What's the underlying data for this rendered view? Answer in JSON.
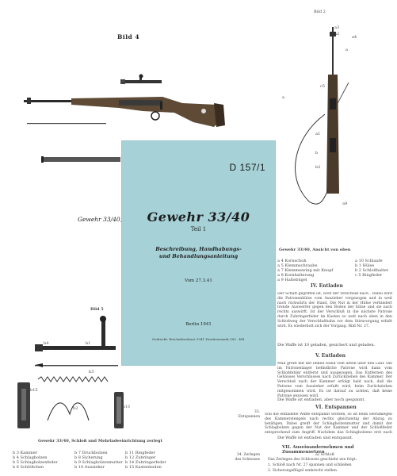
{
  "top_left": {
    "caption": "Bild 4"
  },
  "top_right": {
    "caption": "Bild 2",
    "labels": [
      "a3",
      "a2",
      "a4",
      "a",
      "c5",
      "a",
      "a1",
      "b",
      "b2",
      "a9"
    ]
  },
  "left_mid_caption": "Gewehr 33/40, z",
  "left_lower": {
    "caption": "Bild 5",
    "part_labels": [
      "b4",
      "b1",
      "b3",
      "b15",
      "b2",
      "b11"
    ],
    "figure_caption": "Gewehr 33/40, Schloß und Mehrladeeinrichtung zerlegt",
    "legend": [
      [
        "b 3 Kammer",
        "b 4 Schlagbolzen",
        "b 5 Schlagbolzenfeder",
        "b 6 Schlößchen"
      ],
      [
        "b 7 Druckbolzen",
        "b 8 Sicherung",
        "b 9 Schlagbolzenmutter",
        "b 10 Auszieher"
      ],
      [
        "b 11 Ringfeder",
        "b 12 Zubringer",
        "b 14 Zubringerfeder",
        "b 15 Kastenboden"
      ]
    ]
  },
  "right": {
    "figure_caption": "Gewehr 33/40, Ansicht von oben",
    "legend_left": [
      "a 4 Kornschuh",
      "a 5 Klemmschraube",
      "a 7 Klemmenring mit Knopf",
      "a 8 Kornhalterung",
      "a 9 Haltebügel"
    ],
    "legend_right": [
      "a 10 Schlaufe",
      "b 1 Hülse",
      "b 2 Schloßhalter",
      "c 5 Ringfeder"
    ],
    "section_iv": "IV. Entladen",
    "section_iv_text": "Der Schaft gegriffen ist, wird der Verschluß nach . Dabei wird die Patronenhülse vom Auszieher vorgezogen und in weit nach rückwärts der Hand. Die Nut in der Hülse verhindert trende Auswerfer gegen den Boden der hülse und sie nach rechts auswirft. Ist der Verschluß in die nächste Patrone durch Zubringerfeder im Kasten so weit nach oben in den Schloßweg der Verschlußbahn vor dem Stirnvorgang erfaßt wird. Es wiederholt sich der Vorgang. Bild Nr. 27.",
    "line_loaded": "Die Waffe ist 10 geladen, gesichert und geladen.",
    "section_v": "V. Entladen",
    "section_v_text": "Man greift mit der linken Hand vom unten über den Lauf. Die im Patronenlager befindliche Patrone wird dann vom Schloßfehler entfernt und ausgezogen. Das Entfernen des Gehäuses Verschlusses nach Zurückziehen des Kammer. Der Verschluß nach der Kammer erfolgt bald nach, daß die Patrone vom Auszieher erfaßt wird, beim Zurückziehen mitgenommen wird. Es ist darauf zu achten, daß keine Patrone gezogen wird.",
    "line_unloaded": "Die Waffe ist entladen, aber noch gespannt.",
    "side_label_1": "33. Entspannen",
    "section_vi": "VI. Entspannen",
    "section_vi_text": "Soll die entladene Waffe entspannt werden, so ist beim Herumlegen des Kammerstengels nach rechts gleichzeitig der Abzug zu betätigen. Dabei greift der Schlagbolzenmutter und damit der Schlagbolzen gegen der Nut der Kammer und der Schloßfeder entsprechend zum Angriff. Nachdem das Schlagbolzens erst nach dem Abziehen der nachfolgenden Waffe der Pr. vor.",
    "line_relaxed": "Die Waffe ist entladen und entspannt.",
    "section_vii": "VII. Auseinandernehmen und Zusammensetzen",
    "vii_a": "a) Schloß",
    "vii_intro": "Das Zerlegen des Schlosses geschieht wie folgt:",
    "vii_1": "1. Schloß nach Nr. 27 spannen und schließen",
    "vii_2": "2. Sicherungsflügel senkrecht stellen.",
    "side_label_2": "34. Zerlegen des Schlosses"
  },
  "cover": {
    "pub_number": "D 157/1",
    "title": "Gewehr 33/40",
    "part": "Teil 1",
    "subtitle_1": "Beschreibung, Handhabungs-",
    "subtitle_2": "und Behandlungsanleitung",
    "date": "Vom 27.3.41",
    "city": "Berlin 1941",
    "printer": "Gedruckt: Reichsdruckerei 1941 Druckvermerk 180 · 441",
    "background_color": "#a6d2d7"
  }
}
